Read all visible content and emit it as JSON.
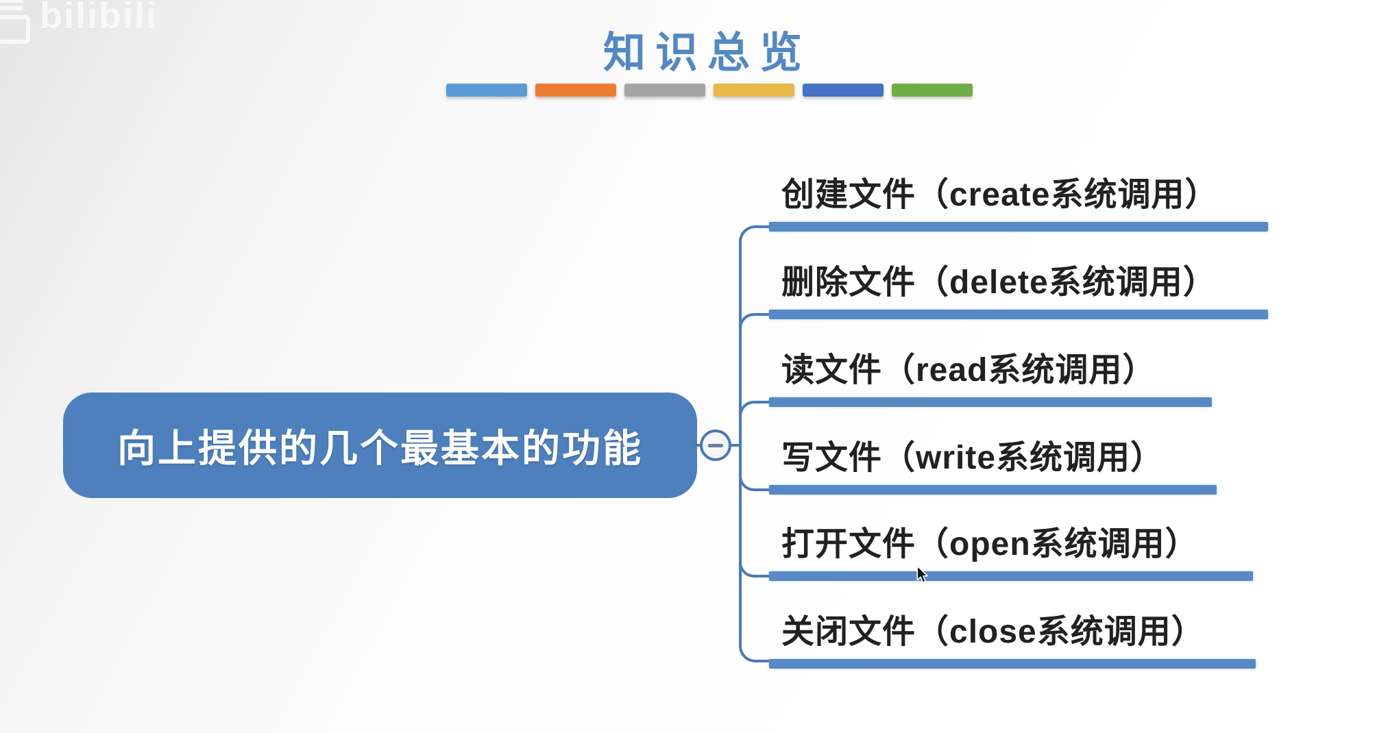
{
  "watermark": {
    "logo_text": "bilibili"
  },
  "title": {
    "text": "知识总览",
    "color": "#5288c4"
  },
  "divider_colors": [
    "#5b9bd5",
    "#ed7d31",
    "#a5a5a5",
    "#e9b849",
    "#4472c4",
    "#70ad47"
  ],
  "mindmap": {
    "root_label": "向上提供的几个最基本的功能",
    "collapse_symbol": "−",
    "colors": {
      "node_fill": "#4d80bd",
      "node_text": "#ffffff",
      "branch_bar": "#5789c5",
      "connector_line": "#4a7ab5",
      "branch_text": "#212121"
    },
    "branches": [
      {
        "label": "创建文件（create系统调用）"
      },
      {
        "label": "删除文件（delete系统调用）"
      },
      {
        "label": "读文件（read系统调用）"
      },
      {
        "label": "写文件（write系统调用）"
      },
      {
        "label": "打开文件（open系统调用）"
      },
      {
        "label": "关闭文件（close系统调用）"
      }
    ]
  }
}
